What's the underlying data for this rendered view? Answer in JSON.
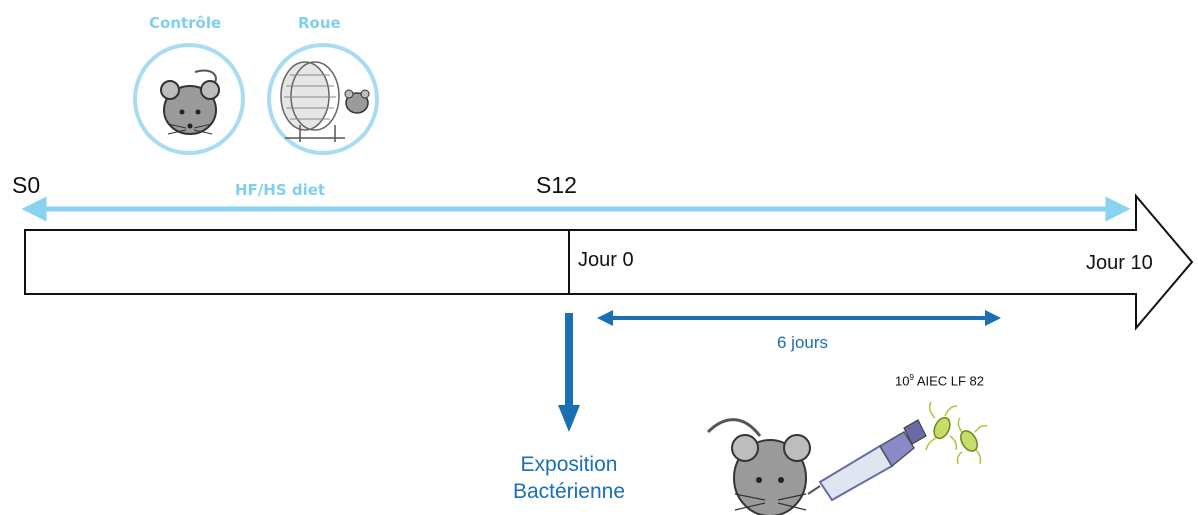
{
  "groups": [
    {
      "label": "Contrôle",
      "icon": "mouse-icon"
    },
    {
      "label": "Roue",
      "icon": "running-wheel-icon"
    }
  ],
  "diet_label": "HF/HS diet",
  "weeks": {
    "start": "S0",
    "mid": "S12"
  },
  "days": {
    "start": "Jour 0",
    "end": "Jour 10"
  },
  "duration_label": "6 jours",
  "exposure": {
    "line1": "Exposition",
    "line2": "Bactérienne"
  },
  "dose": {
    "base": "10",
    "exp": "9",
    "rest": " AIEC LF 82"
  },
  "colors": {
    "light_blue": "#87d3f0",
    "dark_blue": "#1a6fb5",
    "bacteria_green": "#a8c83a",
    "mouse_gray": "#8c8c8c"
  },
  "icons": [
    "mouse-icon",
    "running-wheel-icon",
    "syringe-icon",
    "bacteria-icon",
    "arrow-icon"
  ]
}
